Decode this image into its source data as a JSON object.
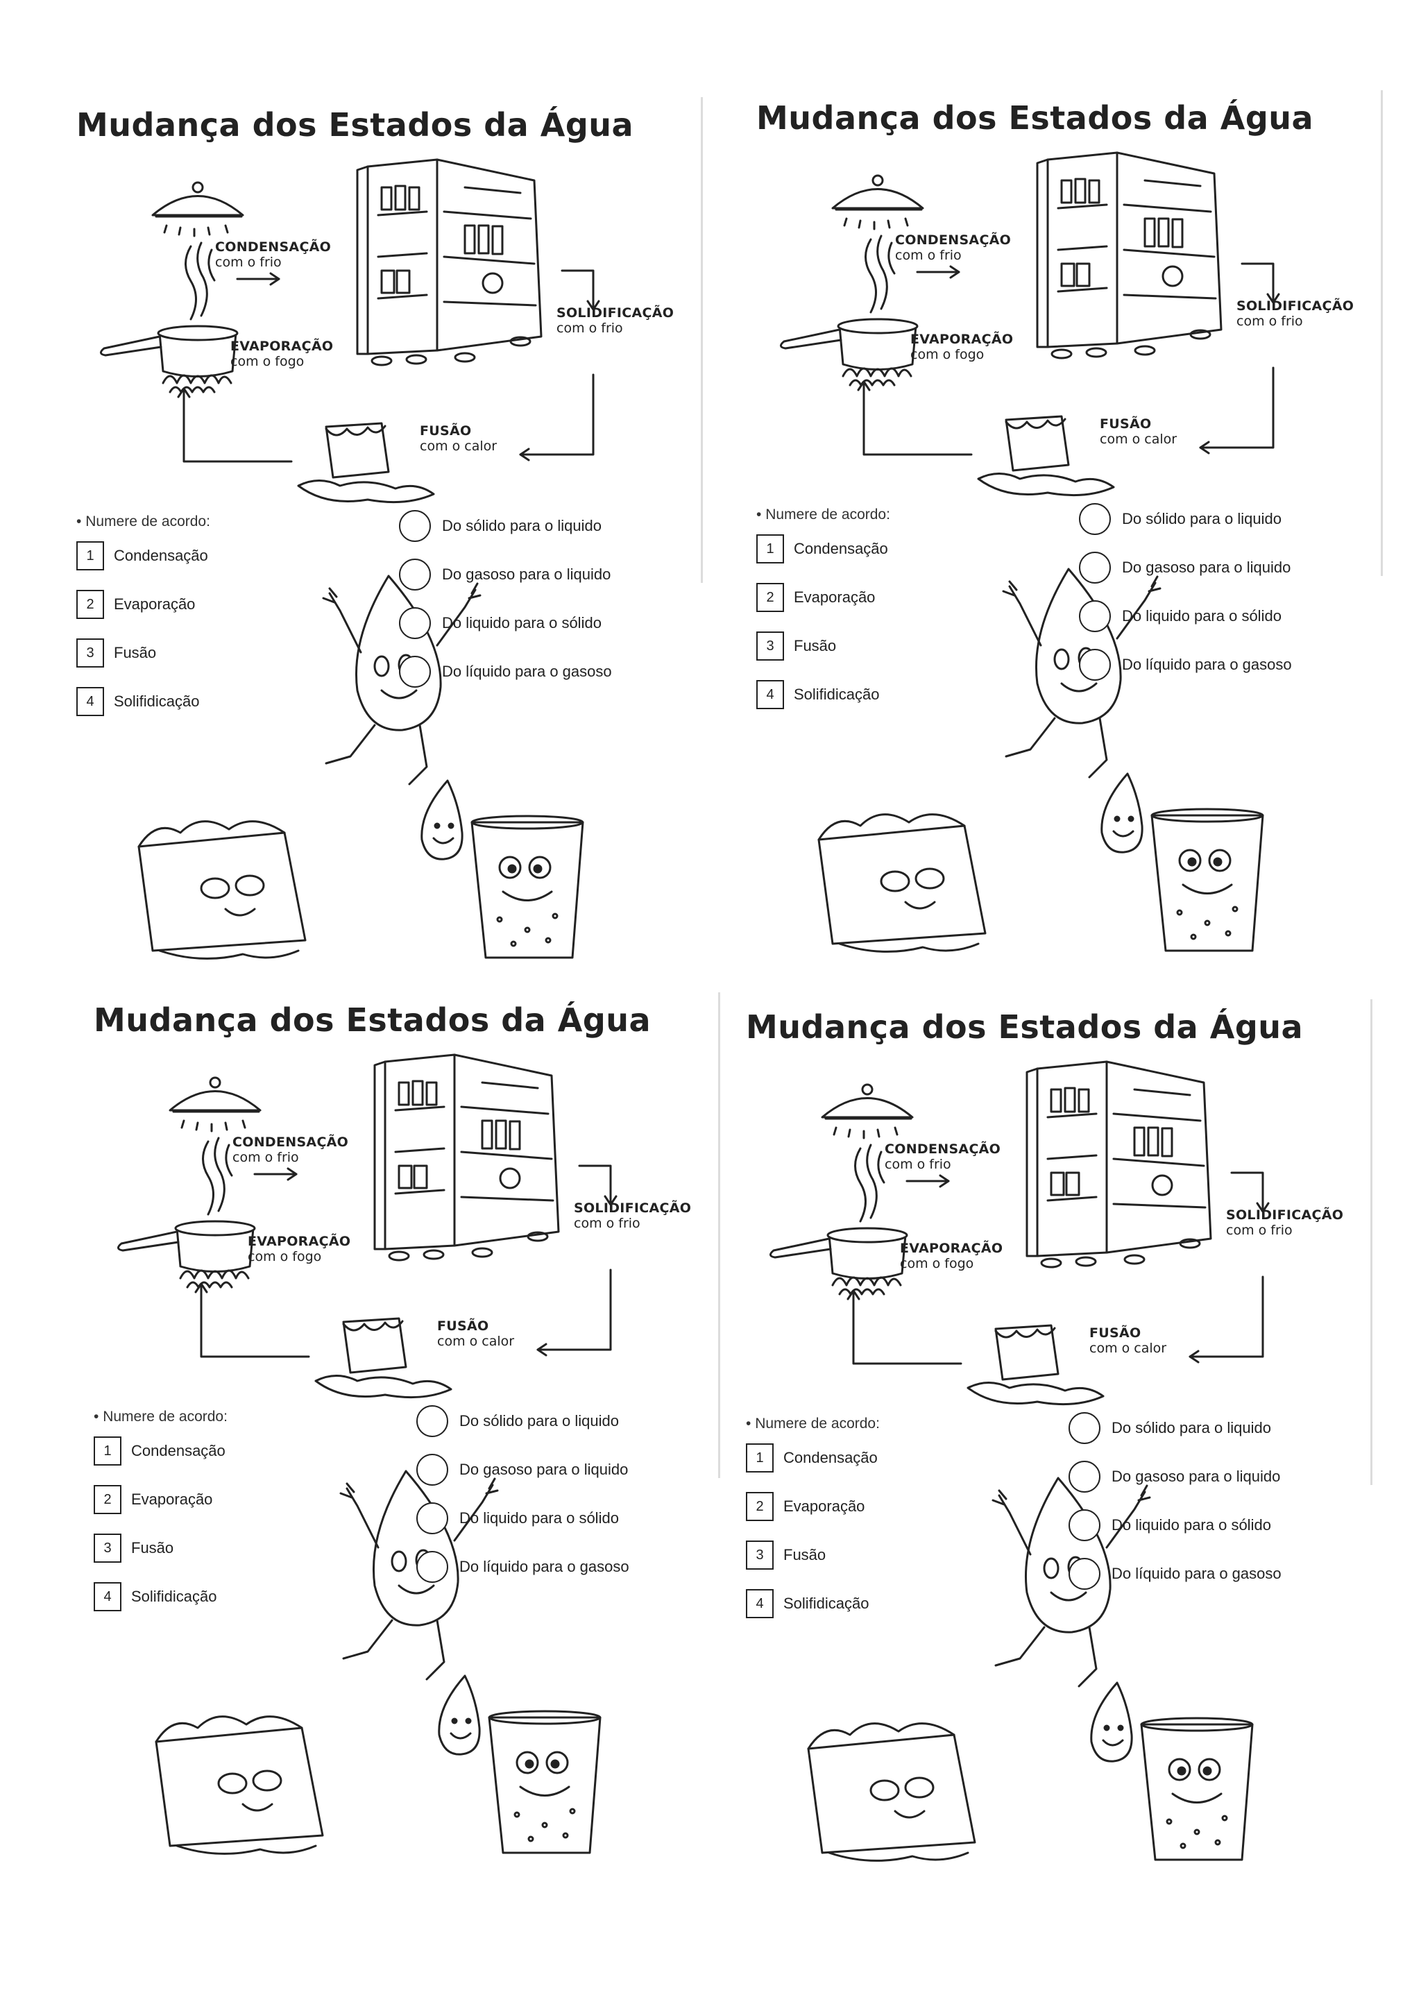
{
  "worksheet": {
    "title": "Mudança dos Estados da Água",
    "cycle_labels": {
      "condensacao": {
        "name": "CONDENSAÇÃO",
        "detail": "com o frio"
      },
      "solidificacao": {
        "name": "SOLIDIFICAÇÃO",
        "detail": "com o frio"
      },
      "evaporacao": {
        "name": "EVAPORAÇÃO",
        "detail": "com o fogo"
      },
      "fusao": {
        "name": "FUSÃO",
        "detail": "com o calor"
      }
    },
    "instruction": "Numere de acordo:",
    "numbered_items": [
      {
        "number": "1",
        "label": "Condensação"
      },
      {
        "number": "2",
        "label": "Evaporação"
      },
      {
        "number": "3",
        "label": "Fusão"
      },
      {
        "number": "4",
        "label": "Solifidicação"
      }
    ],
    "answer_items": [
      {
        "label": "Do sólido para o liquido"
      },
      {
        "label": "Do gasoso para o liquido"
      },
      {
        "label": "Do liquido para o sólido"
      },
      {
        "label": "Do líquido para o gasoso"
      }
    ]
  },
  "colors": {
    "ink": "#222222",
    "paper": "#ffffff"
  },
  "icons": [
    "pot-lid-icon",
    "steam-icon",
    "pot-icon",
    "flame-icon",
    "refrigerator-icon",
    "melting-ice-icon",
    "water-drop-character-icon",
    "small-drop-icon",
    "ice-cube-character-icon",
    "glass-character-icon",
    "cycle-arrow-icon"
  ]
}
